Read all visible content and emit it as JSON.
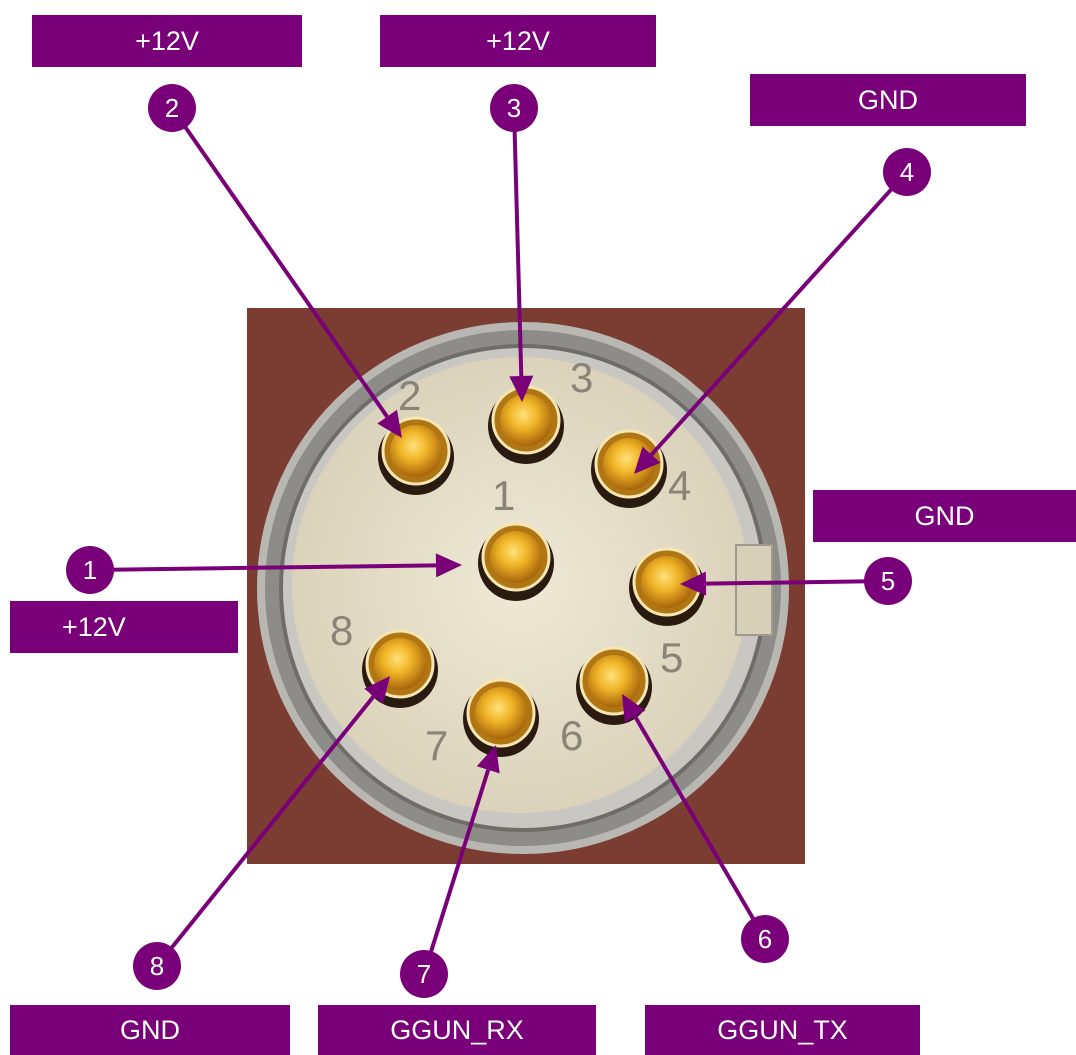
{
  "colors": {
    "accent": "#790078",
    "label_text": "#ffffff",
    "backdrop": "#7a3a30",
    "connector_face": "#e9e3cf",
    "pin_gold": "#e2a21a"
  },
  "photo": {
    "subject": "8-pin circular connector face, pins numbered 1-8",
    "face_numbers": [
      "1",
      "2",
      "3",
      "4",
      "5",
      "6",
      "7",
      "8"
    ]
  },
  "pins": [
    {
      "number": "1",
      "signal": "+12V"
    },
    {
      "number": "2",
      "signal": "+12V"
    },
    {
      "number": "3",
      "signal": "+12V"
    },
    {
      "number": "4",
      "signal": "GND"
    },
    {
      "number": "5",
      "signal": "GND"
    },
    {
      "number": "6",
      "signal": "GGUN_TX"
    },
    {
      "number": "7",
      "signal": "GGUN_RX"
    },
    {
      "number": "8",
      "signal": "GND"
    }
  ]
}
